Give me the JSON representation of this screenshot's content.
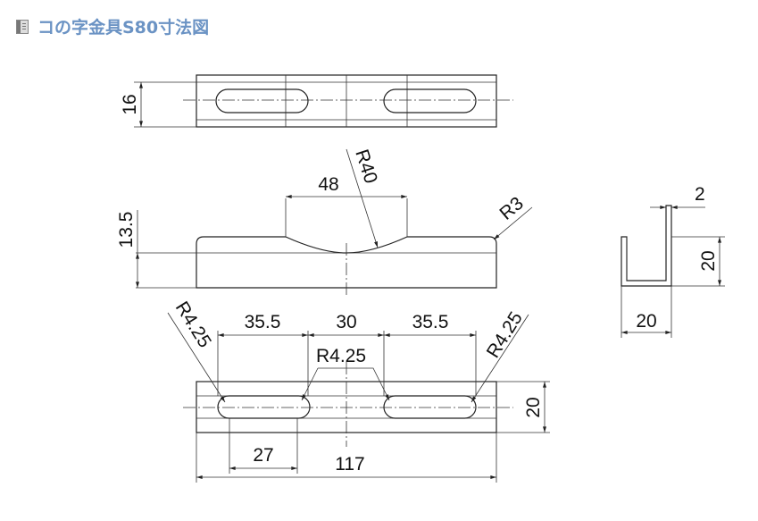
{
  "title": "コの字金具S80寸法図",
  "title_icon": "document-icon",
  "title_color": "#6b93c4",
  "dimensions": {
    "top_height": "16",
    "side_height": "13.5",
    "boss_width": "48",
    "radius_large": "R40",
    "radius_corner": "R3",
    "end_thickness": "2",
    "end_height": "20",
    "end_width": "20",
    "slot_left": "35.5",
    "slot_gap": "30",
    "slot_right": "35.5",
    "slot_radius_left": "R4.25",
    "slot_radius_center": "R4.25",
    "slot_radius_right": "R4.25",
    "bottom_height": "20",
    "slot_length": "27",
    "total_length": "117"
  }
}
